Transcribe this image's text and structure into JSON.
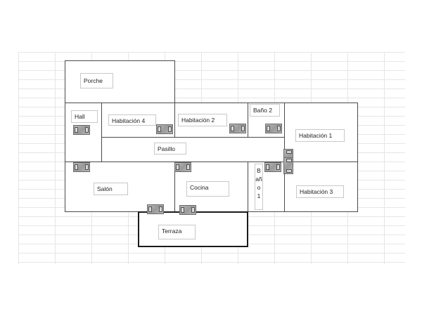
{
  "plan": {
    "rooms": {
      "porche": "Porche",
      "hall": "Hall",
      "habitacion4": "Habitación 4",
      "habitacion2": "Habitación 2",
      "bano2": "Baño 2",
      "habitacion1": "Habitación 1",
      "pasillo": "Pasillo",
      "salon": "Salón",
      "cocina": "Cocina",
      "bano1": "Baño 1",
      "habitacion3": "Habitación 3",
      "terraza": "Terraza"
    }
  }
}
